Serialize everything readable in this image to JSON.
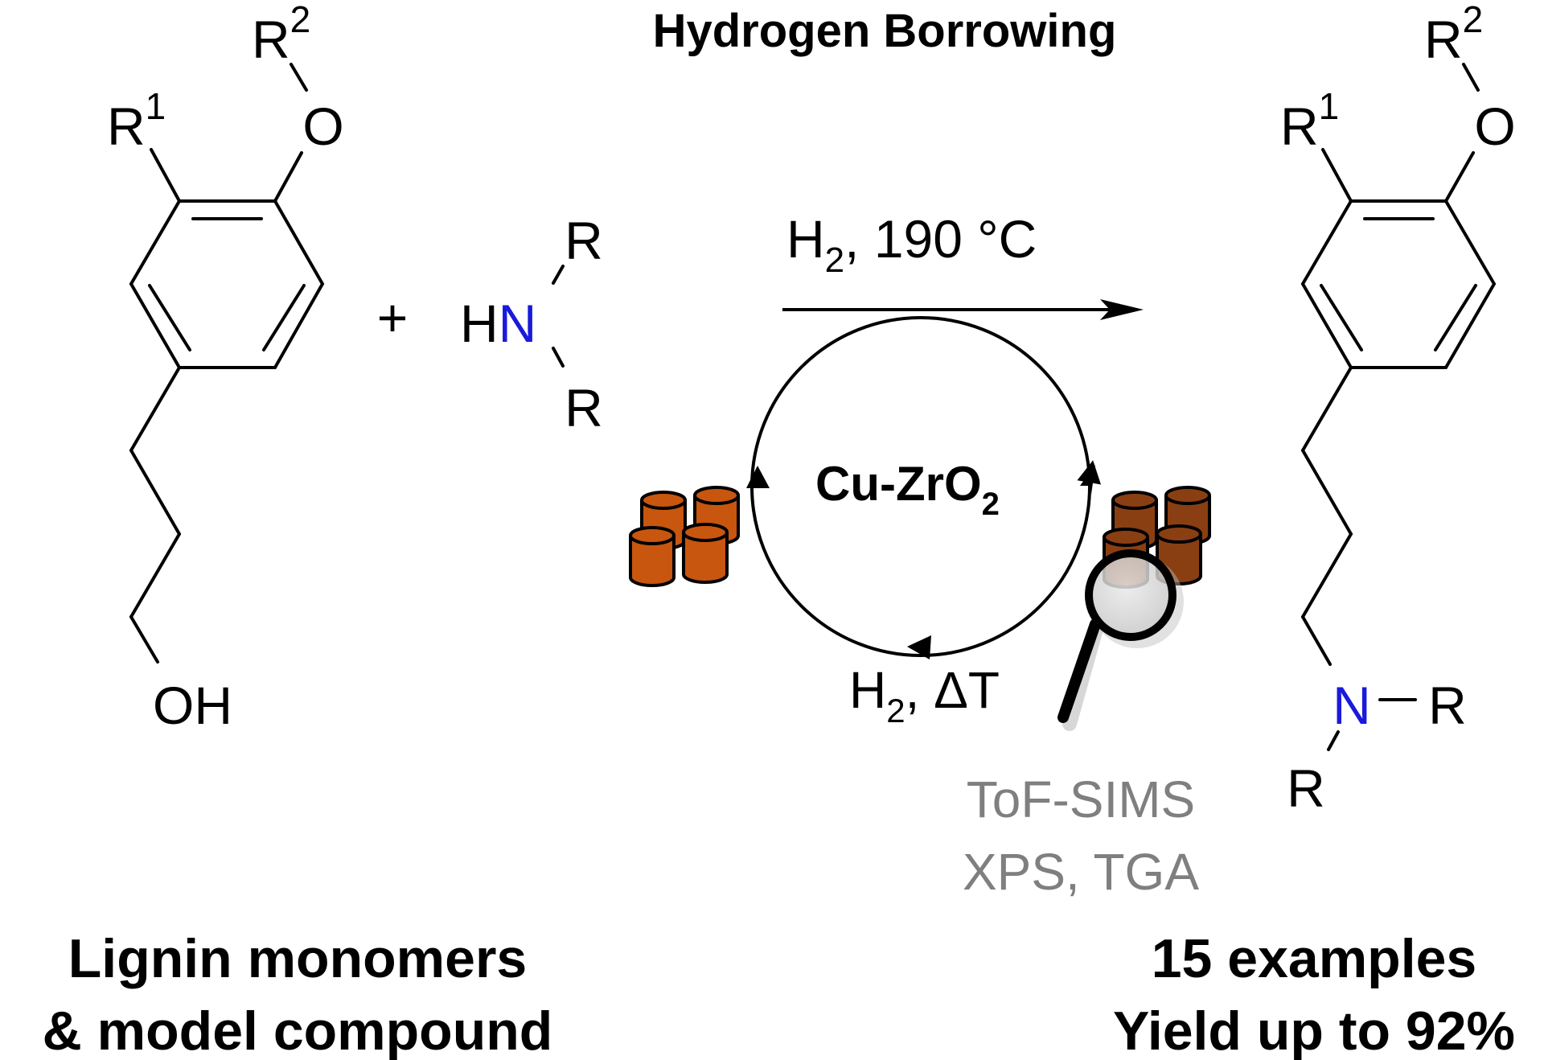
{
  "title": "Hydrogen Borrowing",
  "reactant": {
    "r1": "R",
    "r1_sup": "1",
    "r2": "R",
    "r2_sup": "2",
    "oxygen": "O",
    "hydroxyl": "OH"
  },
  "plus": "+",
  "amine": {
    "h": "H",
    "n": "N",
    "r_top": "R",
    "r_bottom": "R"
  },
  "conditions": {
    "h": "H",
    "sub": "2",
    "rest": ", 190 °C"
  },
  "catalyst": {
    "main": "Cu-ZrO",
    "sub": "2"
  },
  "cycle_label": {
    "h": "H",
    "sub": "2",
    "rest": ", ΔT"
  },
  "techniques": {
    "line1": "ToF-SIMS",
    "line2": "XPS, TGA"
  },
  "product": {
    "r1": "R",
    "r1_sup": "1",
    "r2": "R",
    "r2_sup": "2",
    "oxygen": "O",
    "n": "N",
    "r_right": "R",
    "r_bottom": "R"
  },
  "left_caption": {
    "line1": "Lignin monomers",
    "line2": "& model compound"
  },
  "right_caption": {
    "line1": "15 examples",
    "line2": "Yield up to 92%"
  },
  "colors": {
    "nitrogen": "#1a1adc",
    "catalyst_fresh": "#c8560f",
    "catalyst_used": "#8a3f12",
    "technique_text": "#7f7f7f"
  }
}
